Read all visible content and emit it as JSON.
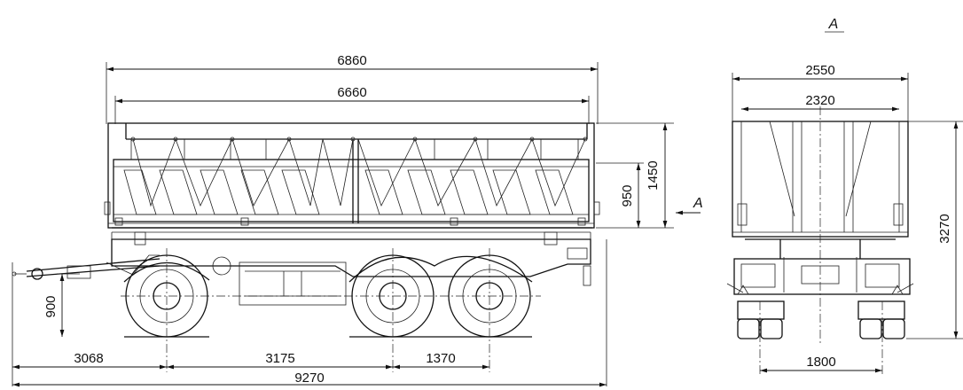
{
  "view_marker": "A",
  "side_view": {
    "overall_length_body": "6860",
    "inner_length_body": "6660",
    "total_length": "9270",
    "front_to_axle": "3068",
    "wheelbase": "3175",
    "axle_spacing": "1370",
    "coupling_height": "900",
    "side_height": "950",
    "body_height": "1450",
    "arrow_label": "A"
  },
  "rear_view": {
    "title": "A",
    "overall_width": "2550",
    "inner_width": "2320",
    "track": "1800",
    "overall_height": "3270"
  }
}
